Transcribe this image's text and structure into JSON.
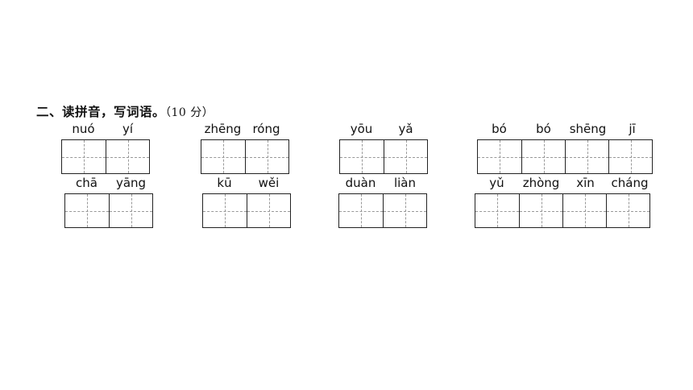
{
  "title": {
    "main": "二、读拼音，写词语。",
    "score": "（10 分）"
  },
  "groups": [
    {
      "pinyin": [
        "nuó",
        "yí"
      ]
    },
    {
      "pinyin": [
        "zhēng",
        "róng"
      ]
    },
    {
      "pinyin": [
        "yōu",
        "yǎ"
      ]
    },
    {
      "pinyin": [
        "bó",
        "bó",
        "shēng",
        "jī"
      ]
    },
    {
      "pinyin": [
        "chā",
        "yāng"
      ]
    },
    {
      "pinyin": [
        "kū",
        "wěi"
      ]
    },
    {
      "pinyin": [
        "duàn",
        "liàn"
      ]
    },
    {
      "pinyin": [
        "yǔ",
        "zhòng",
        "xīn",
        "cháng"
      ]
    }
  ]
}
